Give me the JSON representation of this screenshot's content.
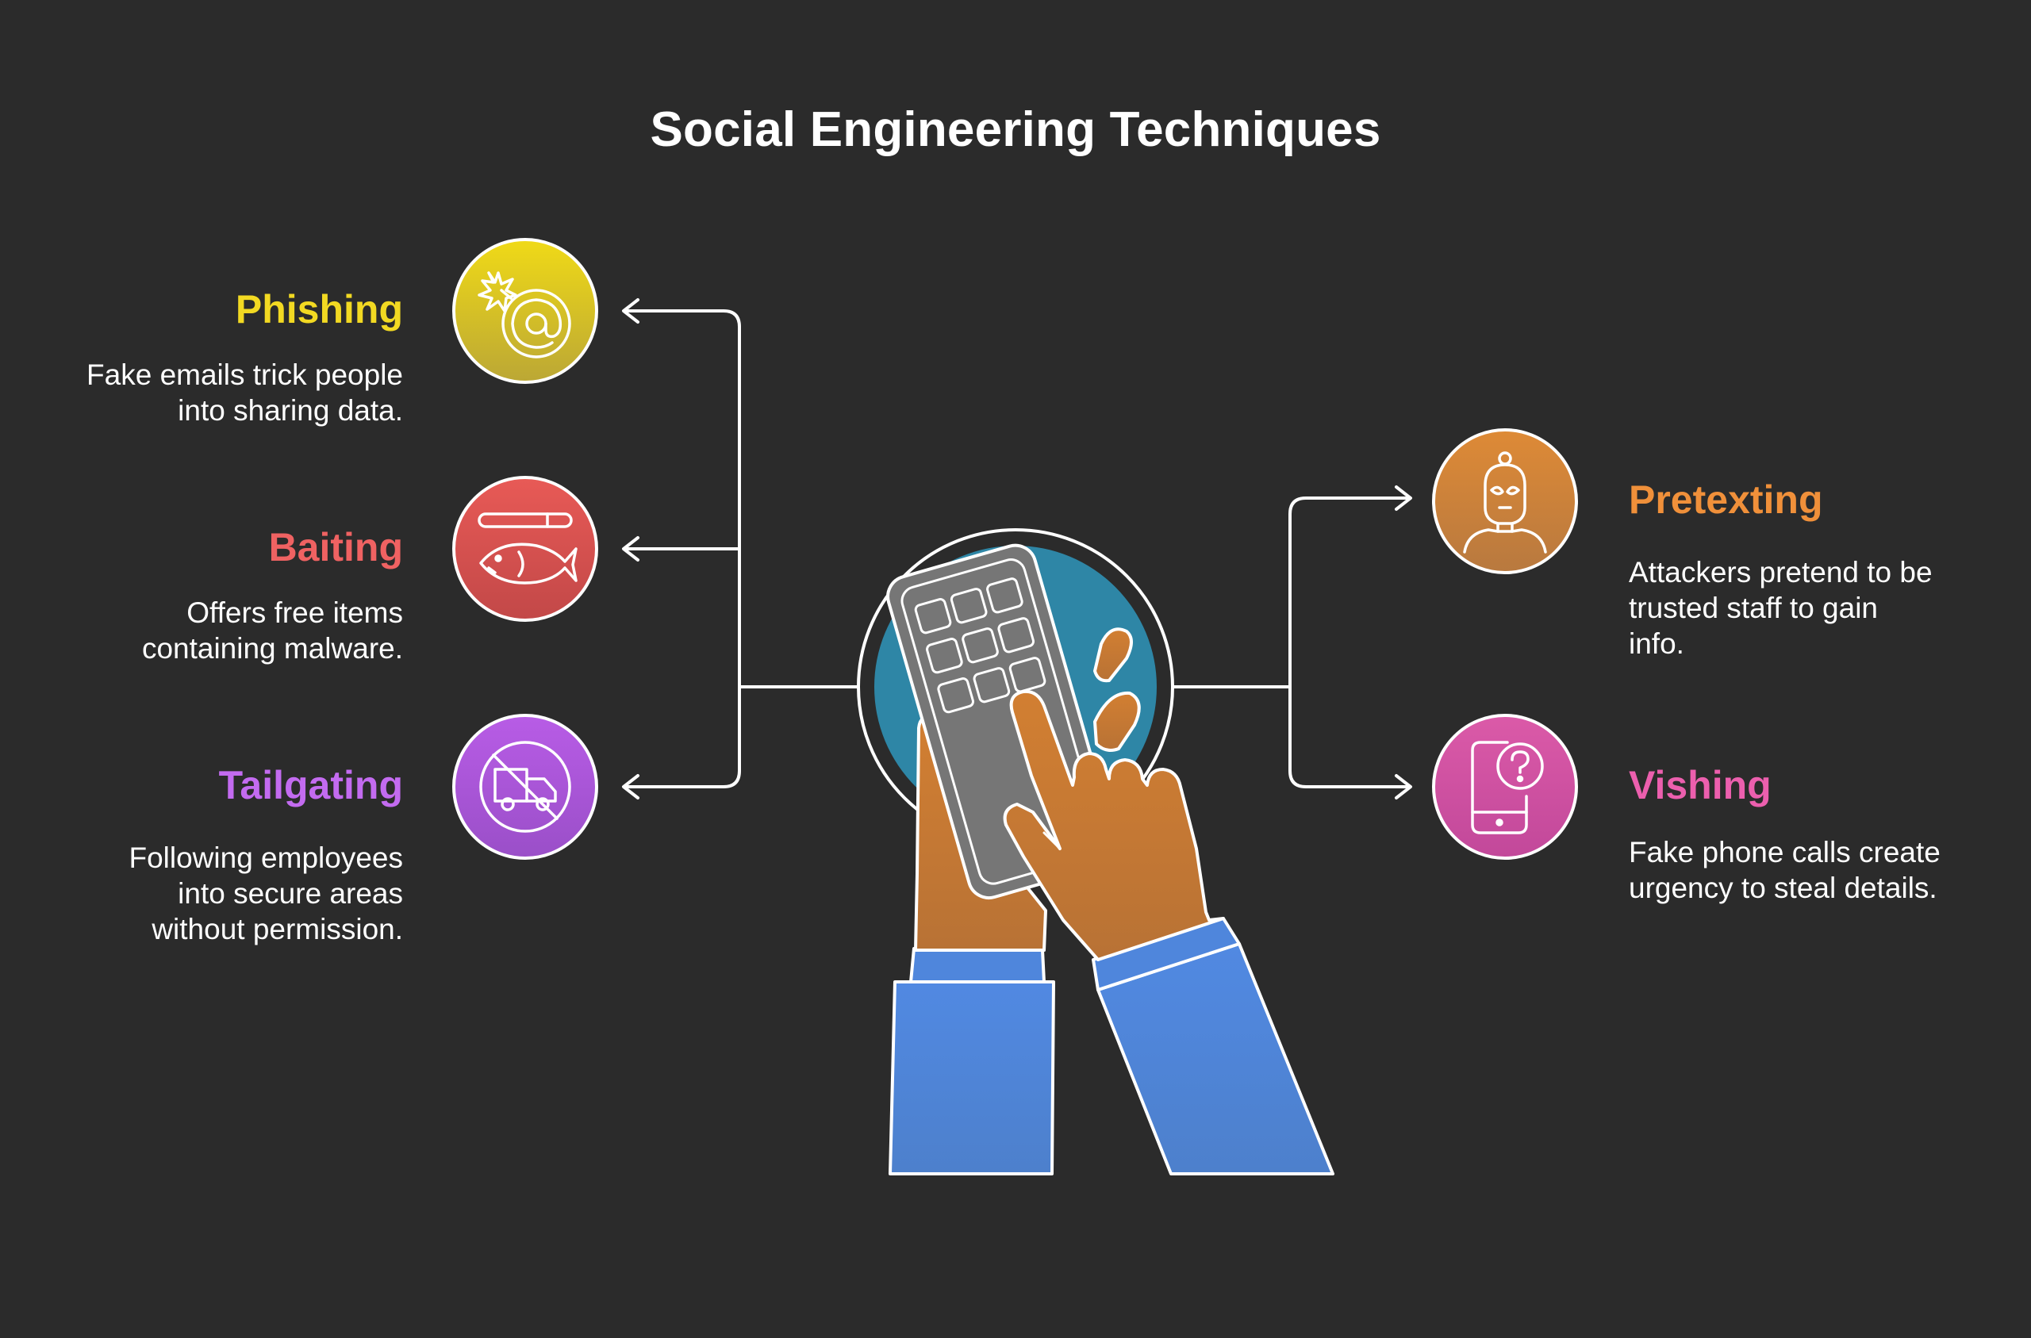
{
  "title": "Social Engineering Techniques",
  "colors": {
    "background": "#2b2b2b",
    "phishing": "#f2d922",
    "baiting": "#ef6262",
    "tailgating": "#c36bf0",
    "pretexting": "#f0903a",
    "vishing": "#ec5fae",
    "connector": "#ffffff",
    "sleeve": "#4f86dc",
    "skin": "#c6782f",
    "phone": "#777777",
    "hub": "#2f8aa8"
  },
  "techniques": {
    "phishing": {
      "label": "Phishing",
      "description": "Fake emails trick people\ninto sharing data.",
      "icon": "email-bomb-icon"
    },
    "baiting": {
      "label": "Baiting",
      "description": "Offers free items\ncontaining malware.",
      "icon": "fish-bait-icon"
    },
    "tailgating": {
      "label": "Tailgating",
      "description": "Following employees\ninto secure areas\nwithout permission.",
      "icon": "no-truck-icon"
    },
    "pretexting": {
      "label": "Pretexting",
      "description": "Attackers pretend to be\ntrusted staff to gain\ninfo.",
      "icon": "masked-person-icon"
    },
    "vishing": {
      "label": "Vishing",
      "description": "Fake phone calls create\nurgency to steal details.",
      "icon": "phone-question-icon"
    }
  },
  "hub_icon": "hands-holding-phone-icon"
}
